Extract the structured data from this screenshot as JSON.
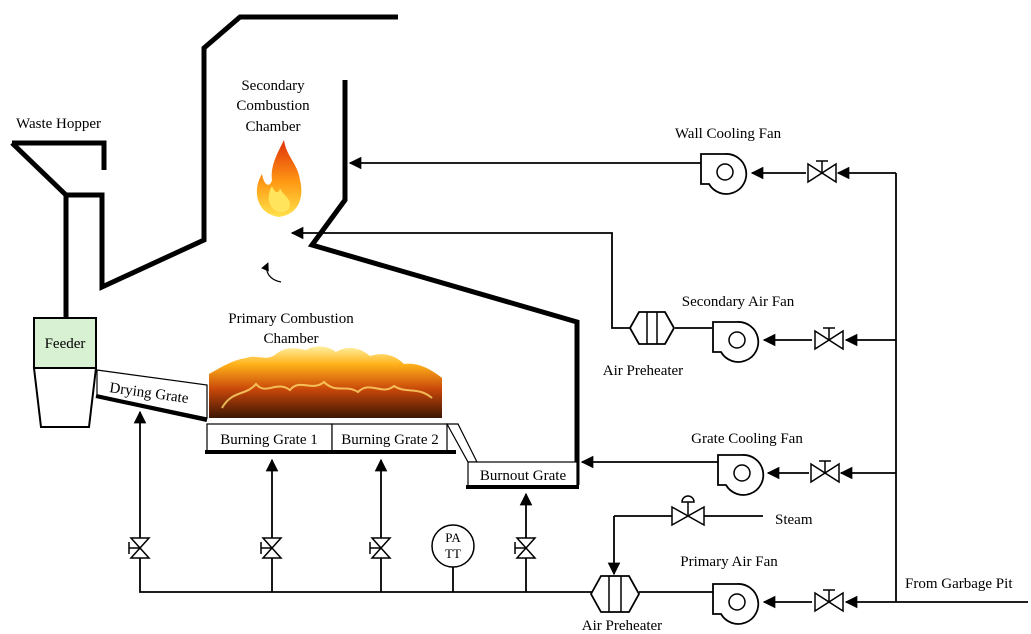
{
  "labels": {
    "waste_hopper": "Waste Hopper",
    "secondary_chamber_1": "Secondary",
    "secondary_chamber_2": "Combustion",
    "secondary_chamber_3": "Chamber",
    "primary_chamber_1": "Primary Combustion",
    "primary_chamber_2": "Chamber",
    "feeder": "Feeder",
    "drying_grate": "Drying Grate",
    "burning_grate_1": "Burning Grate 1",
    "burning_grate_2": "Burning Grate 2",
    "burnout_grate": "Burnout Grate",
    "wall_cooling_fan": "Wall Cooling Fan",
    "secondary_air_fan": "Secondary Air Fan",
    "air_preheater_secondary": "Air Preheater",
    "grate_cooling_fan": "Grate Cooling Fan",
    "steam": "Steam",
    "primary_air_fan": "Primary Air Fan",
    "air_preheater_primary": "Air Preheater",
    "from_garbage_pit": "From  Garbage Pit",
    "pa_tt_1": "PA",
    "pa_tt_2": "TT"
  },
  "colors": {
    "feeder_fill": "#d9f1d3",
    "flame_outer": "#e8590c",
    "flame_inner": "#ffd21f",
    "fire_bed_dark": "#6b2a05",
    "fire_bed_bright": "#ffb21a"
  }
}
